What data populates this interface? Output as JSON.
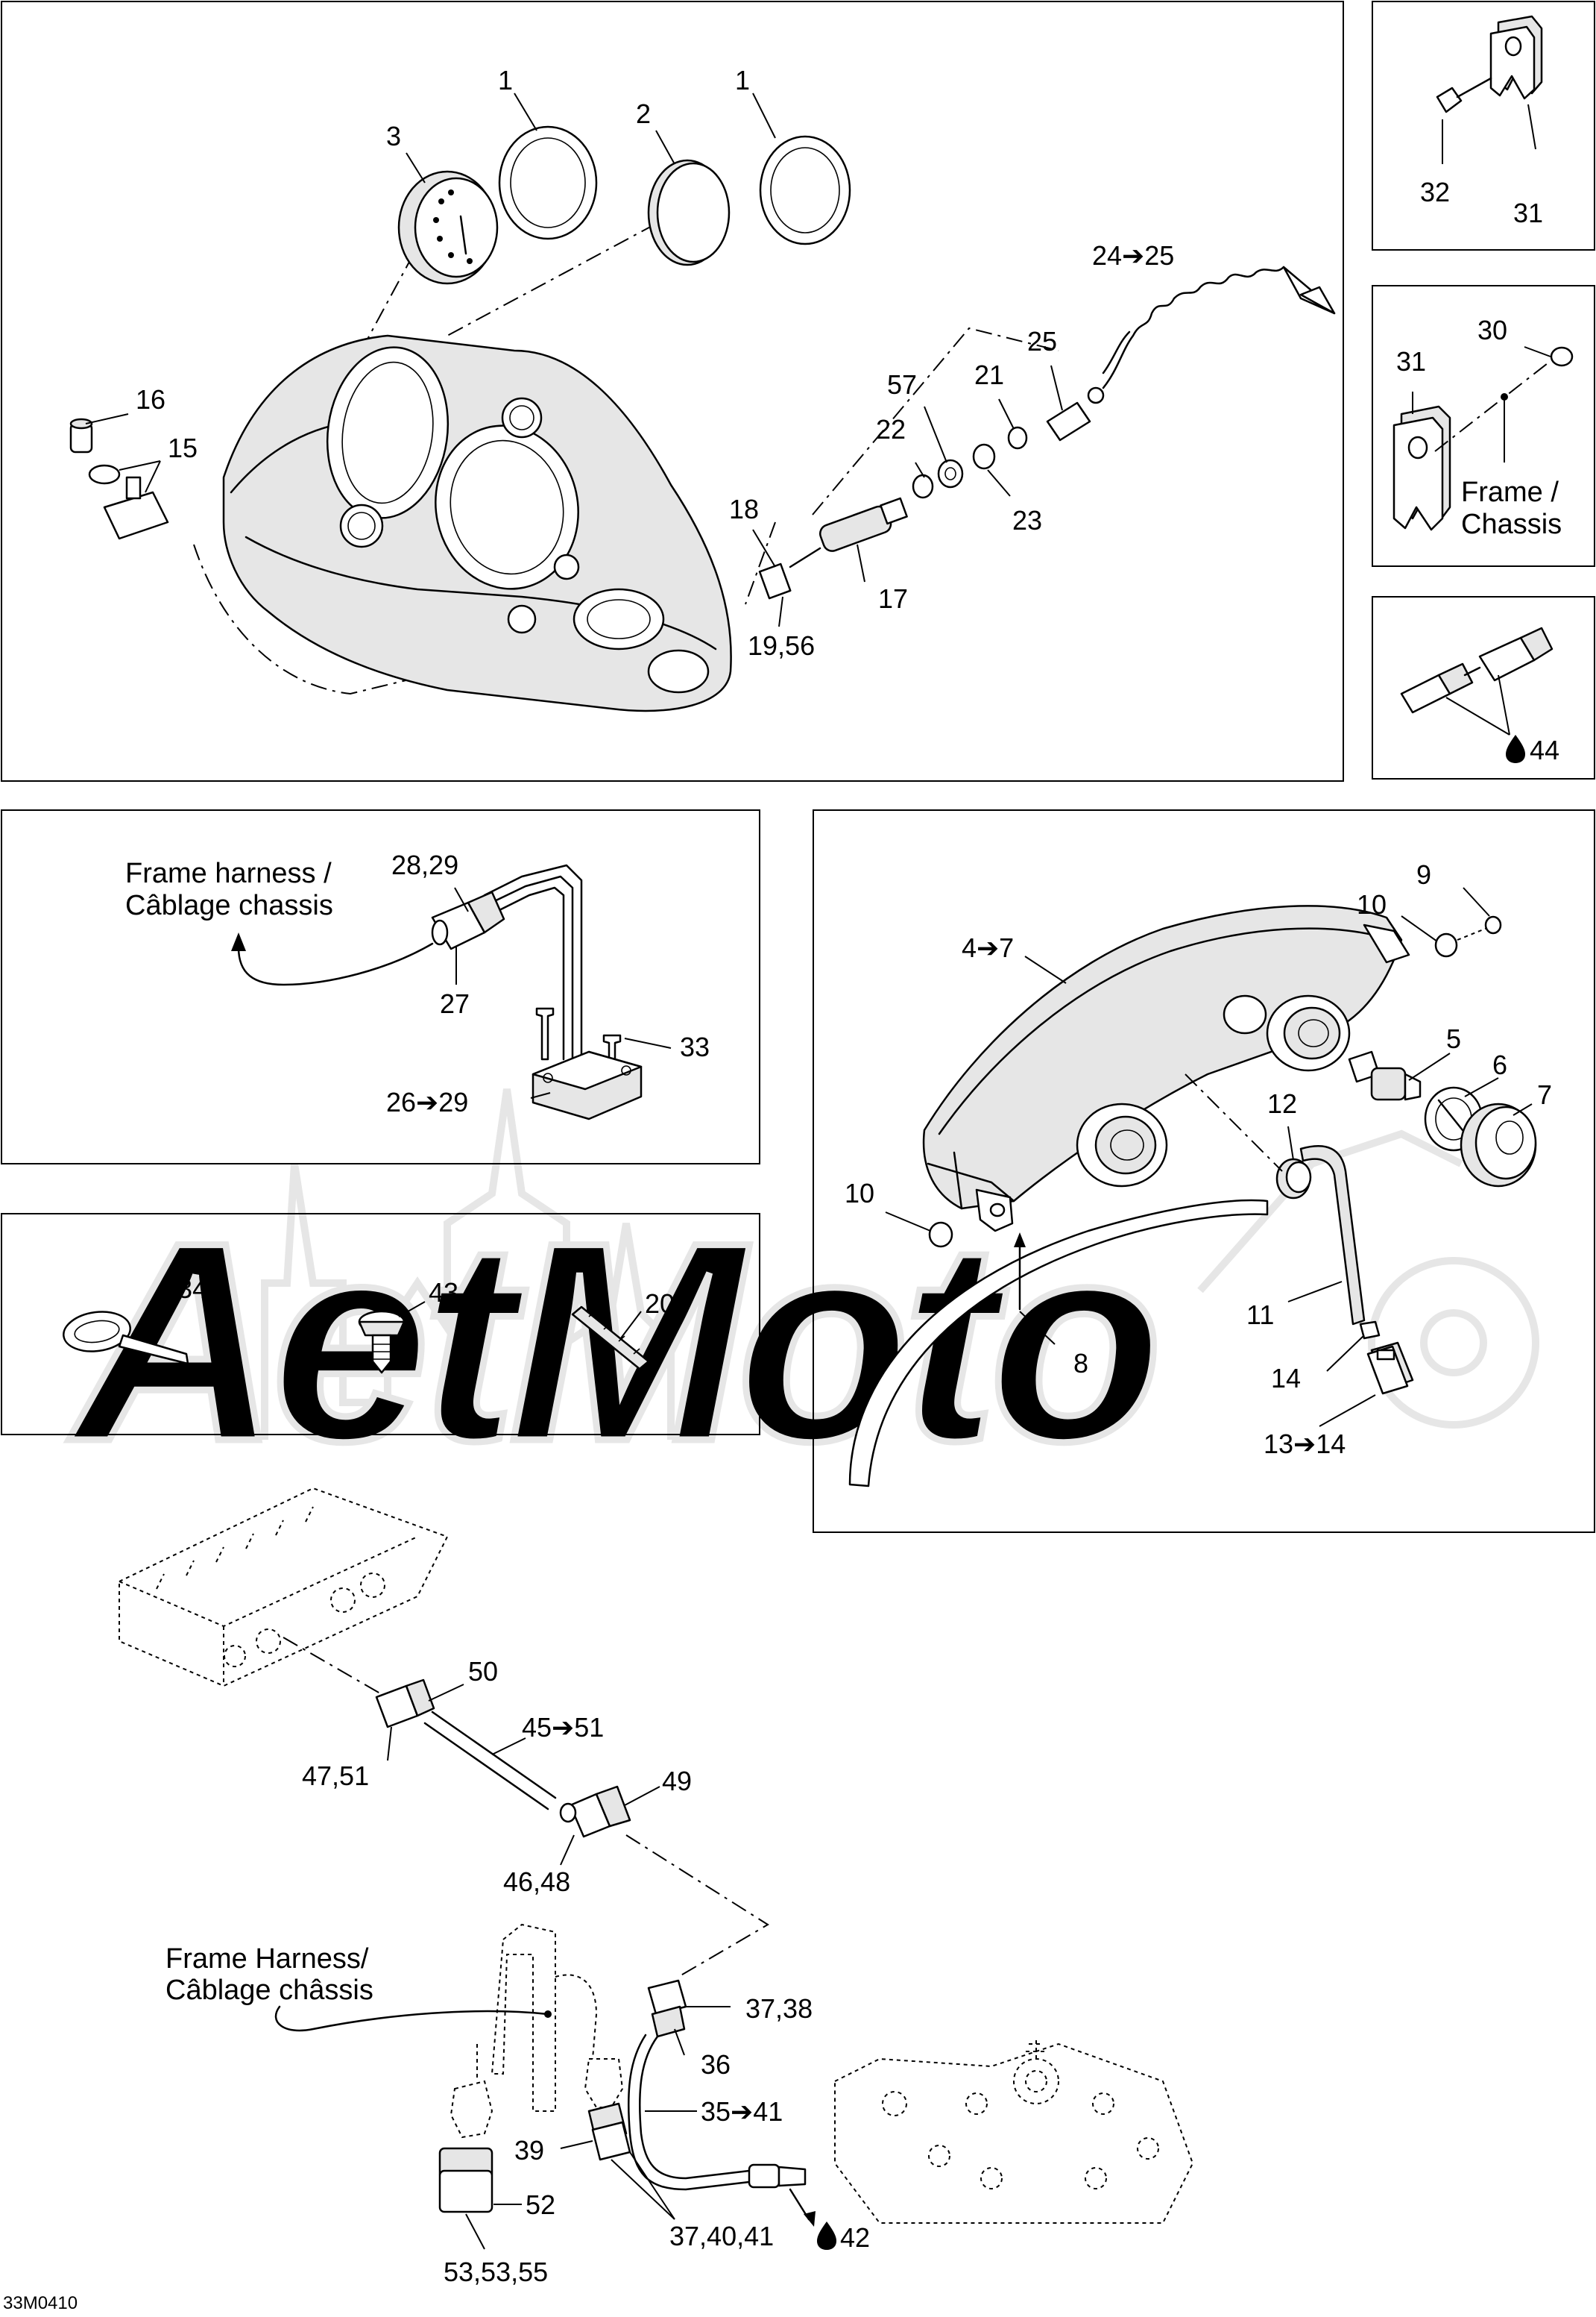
{
  "figure_code": "33M0410",
  "panels": {
    "gauge_pod": {
      "labels": [
        "1",
        "1",
        "2",
        "3",
        "16",
        "15",
        "18",
        "19,56",
        "17",
        "57",
        "22",
        "21",
        "23",
        "25",
        "24➔25"
      ]
    },
    "mount_top": {
      "labels": [
        "32",
        "31"
      ]
    },
    "mount_frame": {
      "labels": [
        "31",
        "30"
      ],
      "caption_line1": "Frame /",
      "caption_line2": "Chassis"
    },
    "connector_grease": {
      "label": "44"
    },
    "regulator": {
      "caption_line1": "Frame harness /",
      "caption_line2": "Câblage chassis",
      "labels": [
        "28,29",
        "27",
        "33",
        "26➔29"
      ]
    },
    "small_parts": {
      "labels": [
        "34",
        "43",
        "20"
      ]
    },
    "headlamp": {
      "labels": [
        "9",
        "10",
        "4➔7",
        "5",
        "6",
        "7",
        "12",
        "10",
        "11",
        "8",
        "14",
        "13➔14"
      ]
    },
    "sensor_harness": {
      "caption_line1": "Frame Harness/",
      "caption_line2": "Câblage châssis",
      "labels": [
        "50",
        "45➔51",
        "47,51",
        "49",
        "46,48",
        "37,38",
        "36",
        "35➔41",
        "39",
        "52",
        "53,53,55",
        "37,40,41",
        "42"
      ]
    }
  },
  "icons": {
    "grease": "droplet-icon",
    "arrow": "arrow-right-icon"
  }
}
